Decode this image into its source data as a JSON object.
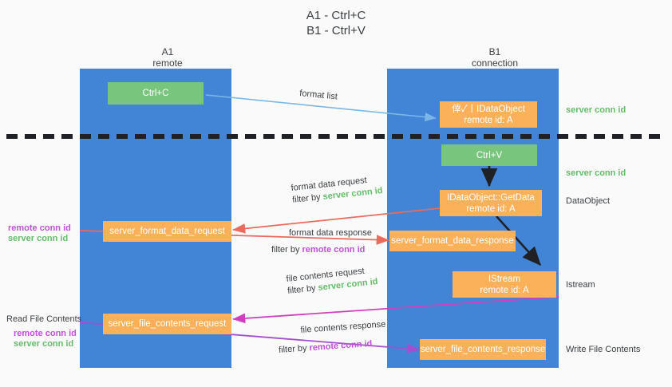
{
  "title": {
    "line1": "A1 - Ctrl+C",
    "line2": "B1 - Ctrl+V"
  },
  "columns": [
    {
      "name": "A1",
      "sub": "remote"
    },
    {
      "name": "B1",
      "sub": "connection"
    }
  ],
  "nodes": {
    "ctrl_c": {
      "label": "Ctrl+C"
    },
    "ole_dataobject": {
      "line1": "倖✓丨IDataObject",
      "line2": "remote id: A"
    },
    "ctrl_v": {
      "label": "Ctrl+V"
    },
    "getdata": {
      "line1": "IDataObject::GetData",
      "line2": "remote id: A"
    },
    "istream": {
      "line1": "IStream",
      "line2": "remote id: A"
    },
    "server_format_data_request": {
      "label": "server_format_data_request"
    },
    "server_format_data_response": {
      "label": "server_format_data_response"
    },
    "server_file_contents_request": {
      "label": "server_file_contents_request"
    },
    "server_file_contents_response": {
      "label": "server_file_contents_response"
    }
  },
  "edges": {
    "format_list": {
      "label": "format list"
    },
    "format_data_request": {
      "label": "format data request",
      "filter_prefix": "filter by ",
      "filter_key": "server conn id"
    },
    "format_data_response": {
      "label": "format data response",
      "filter_prefix": "filter by ",
      "filter_key": "remote conn id"
    },
    "file_contents_request": {
      "label": "file contents request",
      "filter_prefix": "filter by ",
      "filter_key": "server conn id"
    },
    "file_contents_response": {
      "label": "file contents response",
      "filter_prefix": "filter by ",
      "filter_key": "remote conn id"
    }
  },
  "annotations": {
    "server_conn_id_top": "server conn id",
    "server_conn_id_mid": "server conn id",
    "dataobject": "DataObject",
    "istream": "Istream",
    "write_file_contents": "Write File Contents",
    "read_file_contents": "Read File Contents",
    "left_remote_conn_id_1": "remote conn id",
    "left_server_conn_id_1": "server conn id",
    "left_remote_conn_id_2": "remote conn id",
    "left_server_conn_id_2": "server conn id"
  },
  "colors": {
    "lane": "#4285d6",
    "green_node": "#78c57d",
    "orange_node": "#fbb05a",
    "green_text": "#66bb6a",
    "purple_text": "#c050d8",
    "arrow_blue": "#7ab7e8",
    "arrow_red": "#ea6a5c",
    "arrow_magenta": "#d13fc0",
    "arrow_purple": "#a44fd0",
    "arrow_black": "#202124",
    "divider": "#202124"
  }
}
